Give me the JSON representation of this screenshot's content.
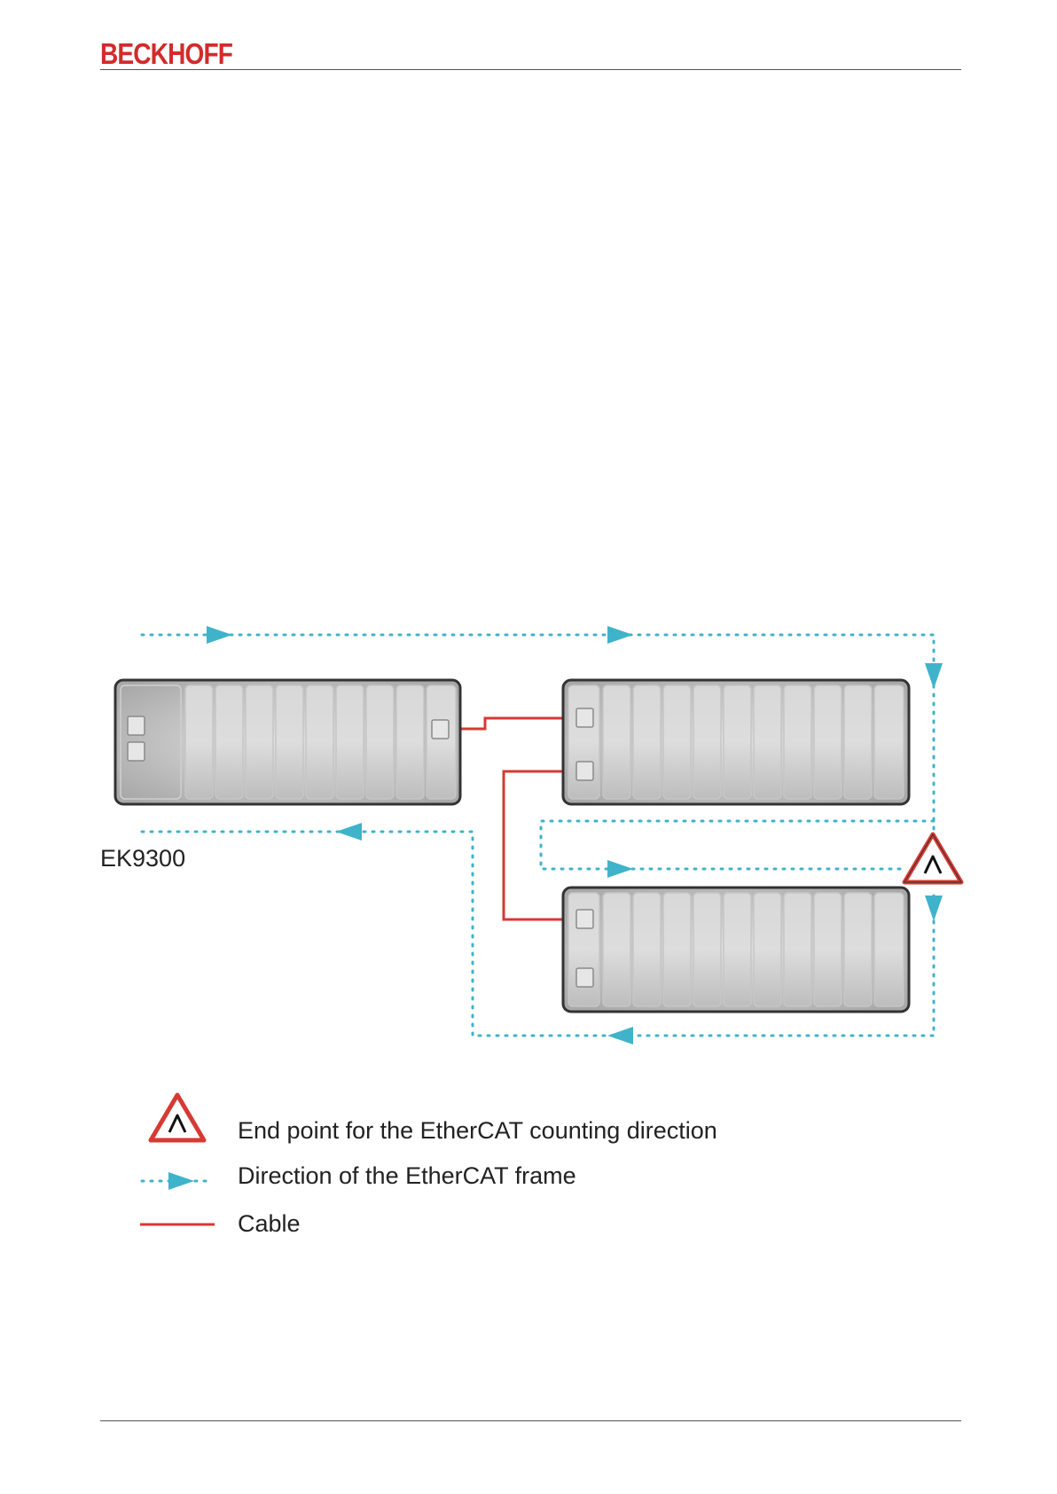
{
  "header": {
    "logo_text": "BECKHOFF"
  },
  "diagram": {
    "device_label": "EK9300",
    "legend": {
      "end_point": "End point for the EtherCAT counting direction",
      "direction": "Direction of the EtherCAT frame",
      "cable": "Cable"
    }
  },
  "colors": {
    "brand": "#d42a2a",
    "frame_direction": "#3fb3c9",
    "cable": "#d63a33",
    "warning_border": "#d63a33"
  }
}
